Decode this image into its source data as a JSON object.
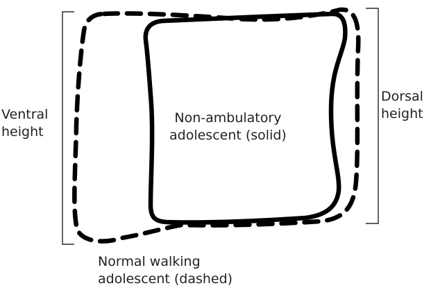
{
  "labels": {
    "ventral": [
      "Ventral",
      "height"
    ],
    "dorsal": [
      "Dorsal",
      "height"
    ],
    "non_ambulatory": [
      "Non-ambulatory",
      "adolescent (solid)"
    ],
    "normal_walking": [
      "Normal walking",
      "adolescent (dashed)"
    ]
  },
  "colors": {
    "stroke": "#000000",
    "text": "#231f20",
    "background": "#ffffff"
  }
}
